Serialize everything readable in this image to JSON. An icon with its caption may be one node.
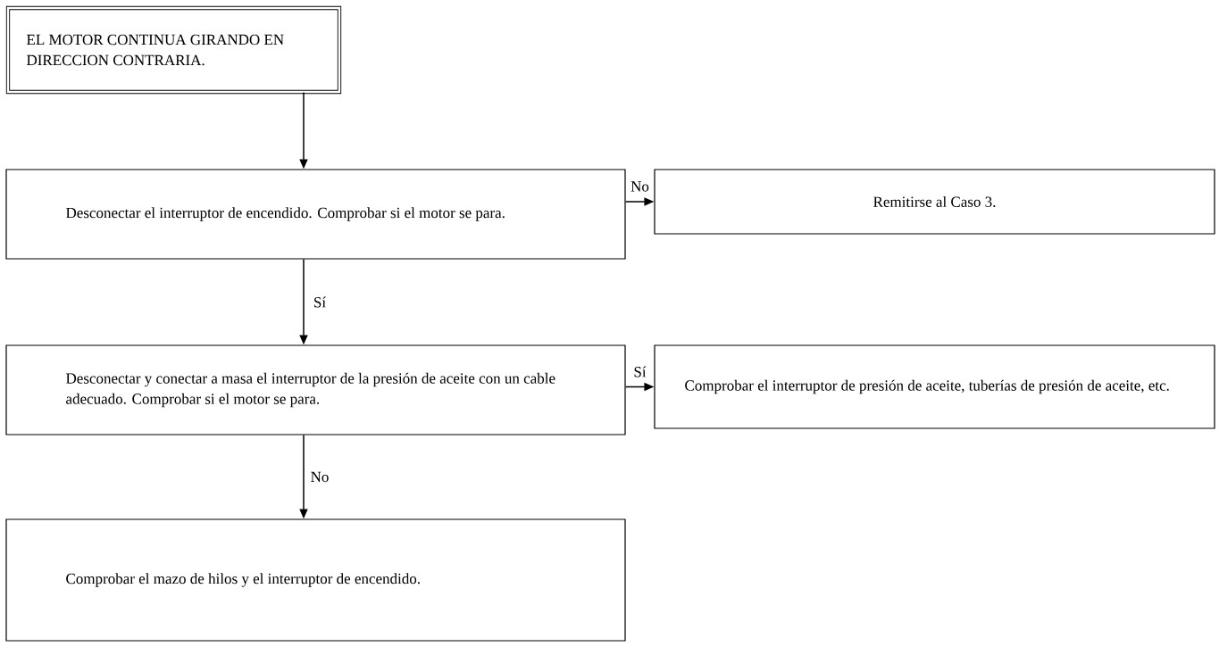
{
  "diagram": {
    "nodes": [
      {
        "text": [
          "EL MOTOR CONTINUA GIRANDO EN DIRECCION CONTRARIA."
        ]
      },
      {
        "text": [
          "Desconectar el interruptor de encendido. Comprobar si el motor se para."
        ]
      },
      {
        "text": [
          "Remitirse al Caso 3."
        ]
      },
      {
        "text": [
          "Desconectar y conectar a masa el interruptor de la presión de aceite con un cable adecuado. Comprobar si el motor se para."
        ]
      },
      {
        "text": [
          "Comprobar el interruptor de presión de aceite, tuberías de presión de aceite, etc."
        ]
      },
      {
        "text": [
          "Comprobar el mazo de hilos y el interruptor de encendido."
        ]
      }
    ],
    "edges": [
      {
        "from": 0,
        "to": 1,
        "arrow": "to"
      },
      {
        "from": 1,
        "to": 2,
        "arrow": "to",
        "label": "No"
      },
      {
        "from": 1,
        "to": 3,
        "arrow": "to",
        "label": "Sí"
      },
      {
        "from": 3,
        "to": 4,
        "arrow": "to",
        "label": "Sí"
      },
      {
        "from": 3,
        "to": 5,
        "arrow": "to",
        "label": "No"
      }
    ]
  }
}
